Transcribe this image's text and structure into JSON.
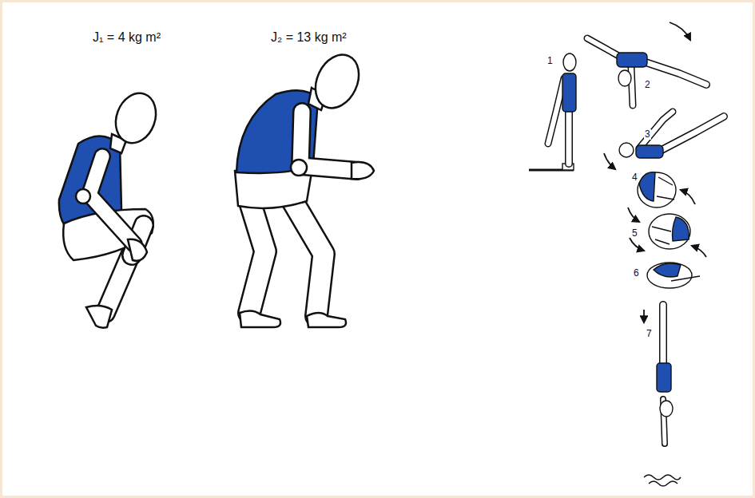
{
  "diagram": {
    "labels": [
      "J₁ = 4 kg m²",
      "J₂ = 13 kg m²",
      "1",
      "2",
      "3",
      "4",
      "5",
      "6",
      "7"
    ]
  }
}
